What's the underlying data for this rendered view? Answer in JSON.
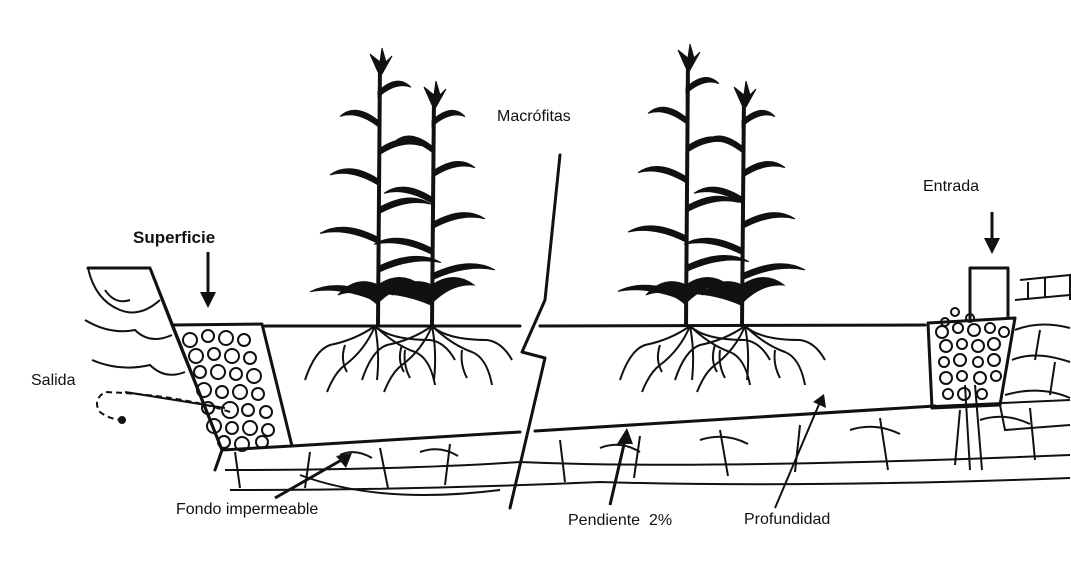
{
  "diagram": {
    "labels": {
      "macrofitas": "Macrófitas",
      "superficie": "Superficie",
      "entrada": "Entrada",
      "salida": "Salida",
      "fondo": "Fondo impermeable",
      "pendiente": "Pendiente  2%",
      "profundidad": "Profundidad"
    },
    "colors": {
      "ink": "#111111",
      "background": "#ffffff"
    }
  }
}
